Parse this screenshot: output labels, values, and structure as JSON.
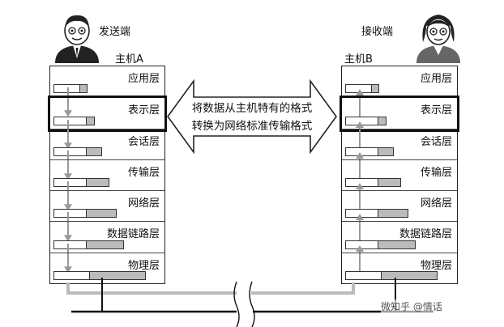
{
  "sender": {
    "role": "发送端",
    "host": "主机A"
  },
  "receiver": {
    "role": "接收端",
    "host": "主机B"
  },
  "layers": [
    "应用层",
    "表示层",
    "会话层",
    "传输层",
    "网络层",
    "数据链路层",
    "物理层"
  ],
  "highlight_layer_index": 1,
  "arrow_text": {
    "line1": "将数据从主机特有的格式",
    "line2": "转换为网络标准传输格式"
  },
  "watermark": "微知乎 @情话",
  "colors": {
    "line": "#222222",
    "packet_header": "#bbbbbb",
    "flow_arrow": "#888888"
  }
}
